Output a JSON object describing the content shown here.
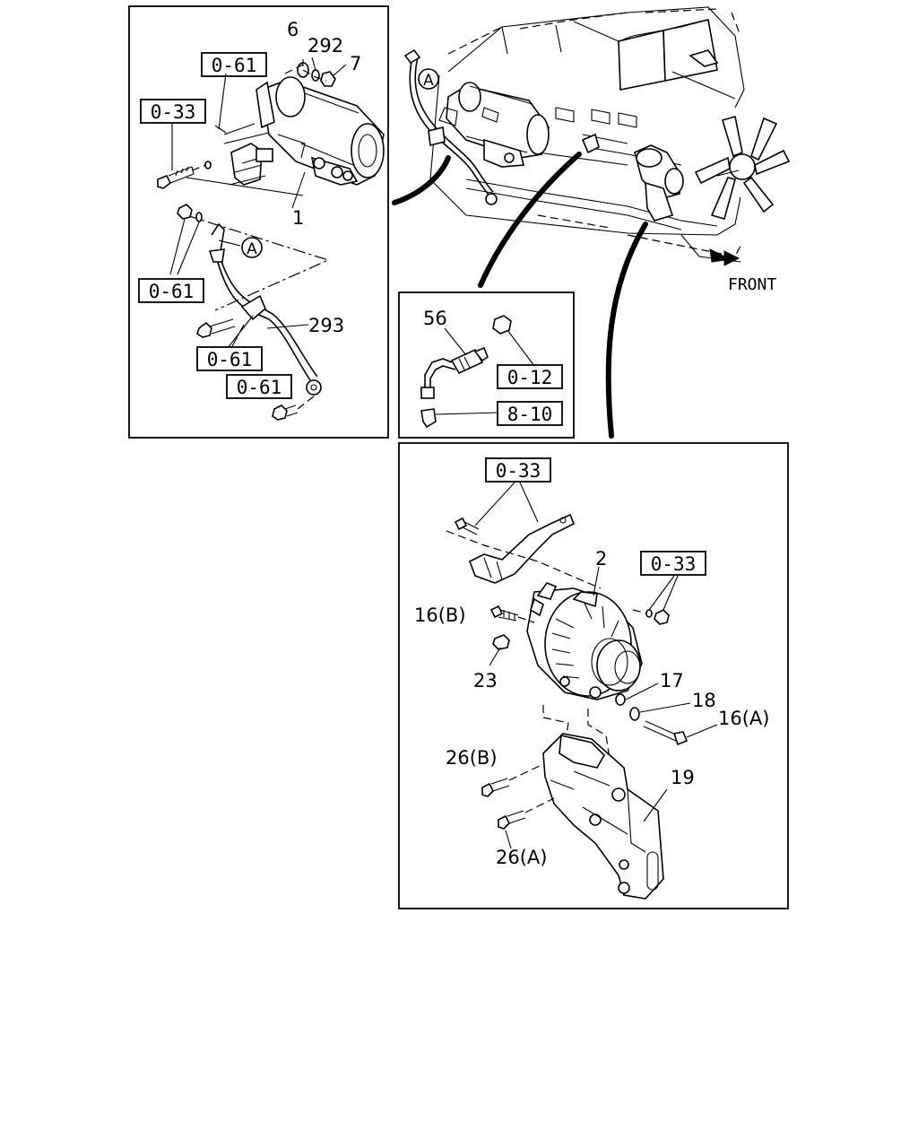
{
  "views": {
    "starter": {
      "callouts": {
        "p6": "6",
        "p292": "292",
        "p7": "7",
        "p1": "1",
        "p293": "293"
      },
      "refs": {
        "r061a": "0-61",
        "r033": "0-33",
        "r061b": "0-61",
        "r061c": "0-61",
        "r061d": "0-61"
      },
      "marker": "A"
    },
    "engine": {
      "marker": "A",
      "front_label": "FRONT"
    },
    "sensor": {
      "callouts": {
        "p56": "56"
      },
      "refs": {
        "r012": "0-12",
        "r810": "8-10"
      }
    },
    "generator": {
      "callouts": {
        "p2": "2",
        "p16b": "16(B)",
        "p23": "23",
        "p17": "17",
        "p18": "18",
        "p16a": "16(A)",
        "p26b": "26(B)",
        "p19": "19",
        "p26a": "26(A)"
      },
      "refs": {
        "r033a": "0-33",
        "r033b": "0-33"
      }
    }
  }
}
